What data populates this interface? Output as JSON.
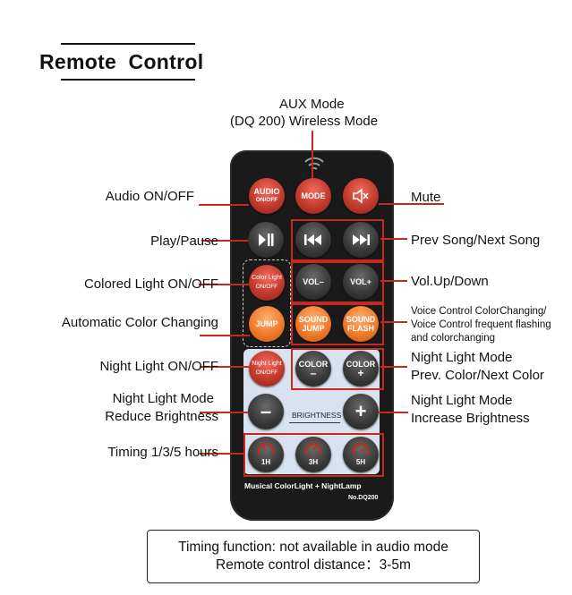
{
  "title": "Remote  Control",
  "top_label": {
    "line1": "AUX Mode",
    "line2": "(DQ 200) Wireless Mode"
  },
  "left_labels": {
    "audio": "Audio ON/OFF",
    "play": "Play/Pause",
    "colored": "Colored Light ON/OFF",
    "auto": "Automatic Color Changing",
    "night": "Night Light ON/OFF",
    "reduce1": "Night Light Mode",
    "reduce2": "Reduce Brightness",
    "timing": "Timing 1/3/5 hours"
  },
  "right_labels": {
    "mute": "Mute",
    "song": "Prev Song/Next Song",
    "vol": "Vol.Up/Down",
    "voice1": "Voice Control ColorChanging/",
    "voice2": "Voice Control frequent flashing",
    "voice3": "and colorchanging",
    "color1": "Night Light Mode",
    "color2": "Prev. Color/Next Color",
    "inc1": "Night Light Mode",
    "inc2": "Increase Brightness"
  },
  "buttons": {
    "audio": {
      "l1": "AUDIO",
      "l2": "ON/OFF"
    },
    "mode": "MODE",
    "color_light": {
      "l1": "Color Light",
      "l2": "ON/OFF"
    },
    "vol_down": "VOL–",
    "vol_up": "VOL+",
    "jump": "JUMP",
    "sound_jump": {
      "l1": "SOUND",
      "l2": "JUMP"
    },
    "sound_flash": {
      "l1": "SOUND",
      "l2": "FLASH"
    },
    "night_light": {
      "l1": "Night Light",
      "l2": "ON/OFF"
    },
    "color_minus": {
      "l1": "COLOR",
      "l2": "–"
    },
    "color_plus": {
      "l1": "COLOR",
      "l2": "+"
    },
    "brightness": "BRIGHTNESS",
    "minus": "–",
    "plus": "+",
    "t1": "1H",
    "t3": "3H",
    "t5": "5H"
  },
  "footer": {
    "brand": "Musical ColorLight + NightLamp",
    "model": "No.DQ200"
  },
  "note": {
    "line1": "Timing function: not available in audio mode",
    "line2": "Remote control distance：3-5m"
  },
  "colors": {
    "accent": "#c8281e",
    "remote": "#1a1a1a",
    "night_panel": "#d9e3ef"
  }
}
